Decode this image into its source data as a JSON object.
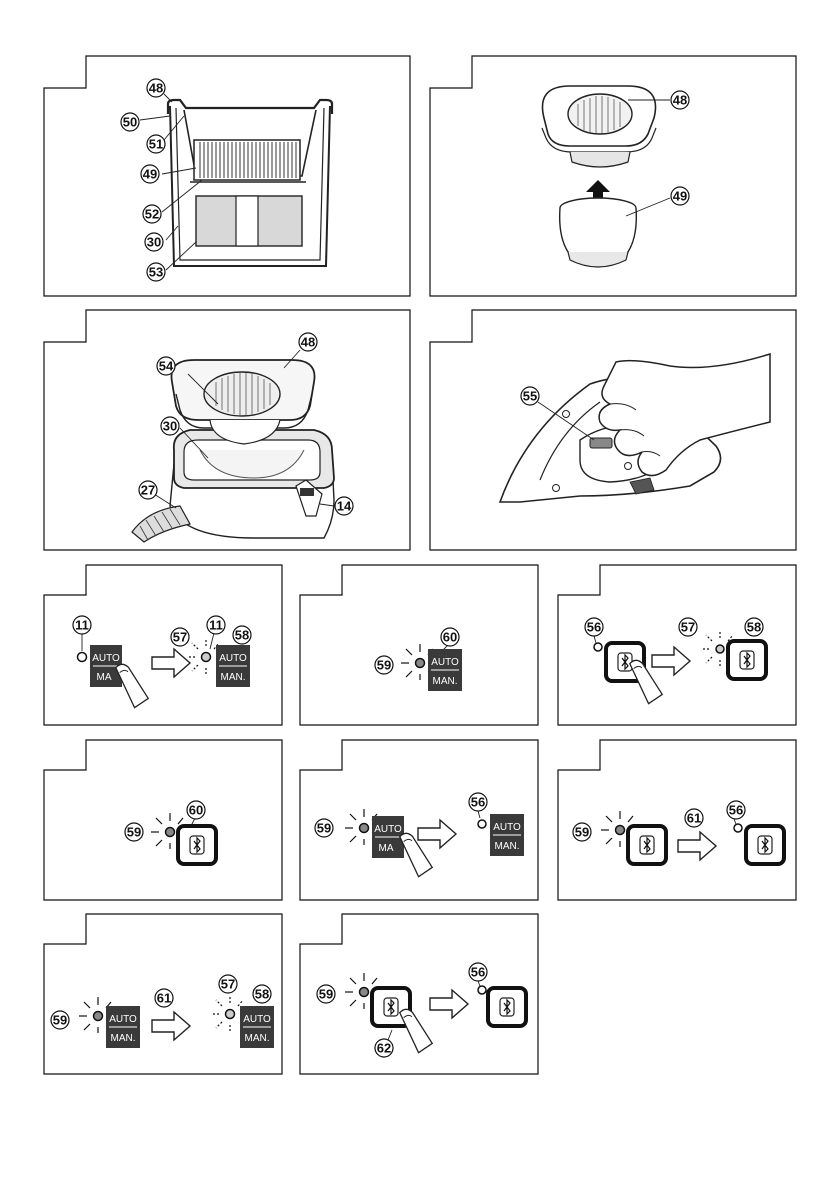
{
  "callouts": {
    "n11": "11",
    "n14": "14",
    "n27": "27",
    "n30": "30",
    "n48": "48",
    "n49": "49",
    "n50": "50",
    "n51": "51",
    "n52": "52",
    "n53": "53",
    "n54": "54",
    "n55": "55",
    "n56": "56",
    "n57": "57",
    "n58": "58",
    "n59": "59",
    "n60": "60",
    "n61": "61",
    "n62": "62"
  },
  "button": {
    "auto": "AUTO",
    "man": "MAN.",
    "man_partial": "MA"
  },
  "icons": [
    "bluetooth-icon",
    "led-indicator-icon",
    "arrow-right-icon",
    "finger-icon"
  ],
  "colors": {
    "ink": "#1a1a1a",
    "button_fill": "#3a3a3a",
    "filter_grey": "#d8d8d8"
  }
}
